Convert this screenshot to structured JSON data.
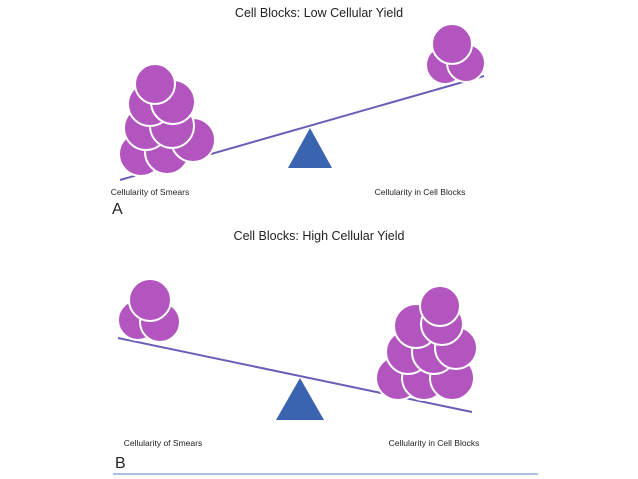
{
  "panels": [
    {
      "title": "Cell Blocks: Low Cellular Yield",
      "left_label": "Cellularity of Smears",
      "right_label": "Cellularity in Cell Blocks",
      "letter": "A"
    },
    {
      "title": "Cell Blocks: High Cellular Yield",
      "left_label": "Cellularity of Smears",
      "right_label": "Cellularity in Cell Blocks",
      "letter": "B"
    }
  ],
  "colors": {
    "cell": "#b355bf",
    "beam": "#6a5fb8",
    "fulcrum": "#3a63b0",
    "divider": "#a9c3e0"
  }
}
